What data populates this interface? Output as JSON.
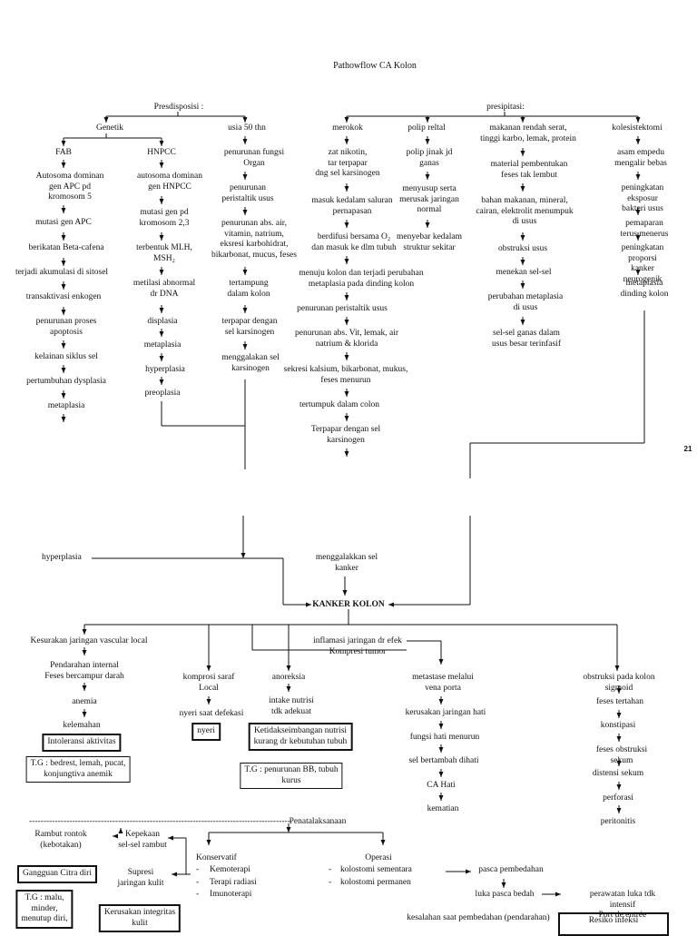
{
  "title": "Pathowflow CA Kolon",
  "page_number": "21",
  "predisposisi": "Presdisposisi :",
  "presipitasi": "presipitasi:",
  "genetik": "Genetik",
  "fab": {
    "label": "FAB",
    "items": [
      "Autosoma dominan\ngen APC pd\nkromosom 5",
      "mutasi gen APC",
      "berikatan Beta-cafena",
      "terjadi akumulasi di sitosel",
      "transaktivasi enkogen",
      "penurunan proses\napoptosis",
      "kelainan siklus sel",
      "pertumbuhan dysplasia",
      "metaplasia"
    ]
  },
  "hnpcc": {
    "label": "HNPCC",
    "items": [
      "autosoma dominan\ngen HNPCC",
      "mutasi gen pd\nkromosom 2,3",
      "terbentuk MLH,\nMSH₂",
      "metilasi abnormal\ndr DNA",
      "displasia",
      "metaplasia",
      "hyperplasia",
      "preoplasia"
    ]
  },
  "usia": {
    "label": "usia 50 thn",
    "items": [
      "penurunan fungsi\nOrgan",
      "penurunan\nperistaltik usus",
      "penurunan abs. air,\nvitamin, natrium,\neksresi karbohidrat,\nbikarbonat, mucus, feses",
      "tertampung\ndalam kolon",
      "terpapar dengan\nsel karsinogen",
      "menggalakan sel\nkarsinogen"
    ]
  },
  "merokok": {
    "label": "merokok",
    "items": [
      "zat nikotin,\ntar terpapar\ndng sel karsinogen",
      "masuk kedalam saluran\npernapasan",
      "berdifusi bersama O₂\ndan masuk ke dlm tubuh",
      "menuju kolon dan terjadi perubahan\nmetaplasia pada dinding kolon",
      "penurunan peristaltik usus",
      "penurunan abs. Vit, lemak, air\nnatrium & klorida",
      "sekresi kalsium, bikarbonat, mukus,\nfeses menurun",
      "tertumpuk dalam colon",
      "Terpapar dengan sel\nkarsinogen"
    ]
  },
  "polip": {
    "label": "polip reltal",
    "items": [
      "polip jinak jd\nganas",
      "menyusup serta\nmerusak jaringan\nnormal",
      "menyebar kedalam\nstruktur sekitar"
    ]
  },
  "makanan": {
    "label": "makanan rendah serat,\ntinggi karbo, lemak, protein",
    "items": [
      "material pembentukan\nfeses tak lembut",
      "bahan makanan, mineral,\ncairan, elektrolit menumpuk\ndi usus",
      "obstruksi usus",
      "menekan sel-sel",
      "perubahan metaplasia\ndi usus",
      "sel-sel ganas dalam\nusus besar terinfasif"
    ]
  },
  "kolesis": {
    "label": "kolesistektomi",
    "items": [
      "asam empedu\nmengalir bebas",
      "peningkatan eksposur\nbakteri usus",
      "pemaparan terus menerus",
      "peningkatan proporsi\nkanker neurogenik",
      "metaplasia\ndinding kolon"
    ]
  },
  "hyperplasia": "hyperplasia",
  "menggalakkan": "menggalakkan sel\nkanker",
  "kanker": "KANKER KOLON",
  "kesurakan": "Kesurakan jaringan vascular local",
  "pendarahan": "Pendarahan internal\nFeses bercampur darah",
  "anemia": "anemia",
  "kelemahan": "kelemahan",
  "intoleransi": "Intoleransi aktivitas",
  "tg1": "T.G : bedrest, lemah, pucat,\nkonjungtiva anemik",
  "kompresi": "komprosi saraf\nLocal",
  "nyeri_defekasi": "nyeri saat defekasi",
  "nyeri": "nyeri",
  "anoreksia": "anoreksia",
  "intake": "intake nutrisi\ntdk adekuat",
  "ketidak": "Ketidakseimbangan nutrisi\nkurang dr kebutuhan tubuh",
  "tg2": "T.G : penurunan BB, tubuh\nkurus",
  "inflamasi": "inflamasi jaringan dr efek\nKompresi tumor",
  "metastase": {
    "label": "metastase melalui\nvena porta",
    "items": [
      "kerusakan jaringan hati",
      "fungsi hati menurun",
      "sel bertambah dihati",
      "CA Hati",
      "kematian"
    ]
  },
  "obstruksi": {
    "label": "obstruksi pada kolon sigmoid",
    "items": [
      "feses tertahan",
      "konstipasi",
      "feses obstruksi sekum",
      "distensi sekum",
      "perforasi",
      "peritonitis"
    ]
  },
  "penatalaksanaan": "Penatalaksanaan",
  "dashes": "-------------------------------------------------------------------------------------------",
  "rambut": "Rambut rontok\n(kebotakan)",
  "kepekaan": "Kepekaan\nsel-sel rambut",
  "gangguan": "Gangguan Citra diri",
  "supresi": "Supresi\njaringan kulit",
  "tg3": "T.G : malu,\nminder,\nmenutup diri,",
  "kerusakan_integritas": "Kerusakan integritas\nkulit",
  "konservatif": {
    "label": "Konservatif",
    "items": [
      "Kemoterapi",
      "Terapi radiasi",
      "Imunoterapi"
    ]
  },
  "operasi": {
    "label": "Operasi",
    "items": [
      "kolostomi sementara",
      "kolostomi permanen"
    ]
  },
  "pasca": "pasca pembedahan",
  "luka": "luka pasca bedah",
  "perawatan": "perawatan luka tdk intensif\nPort de entrée",
  "kesalahan": "kesalahan saat pembedahan (pendarahan)",
  "resiko": "Resiko infeksi"
}
